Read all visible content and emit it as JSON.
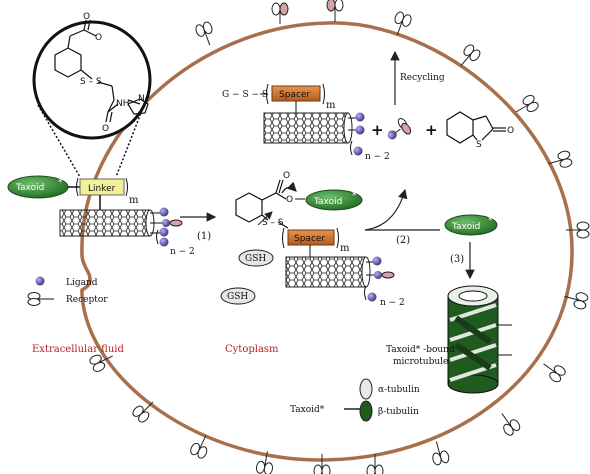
{
  "labels": {
    "taxoid": "Taxoid",
    "star": "*",
    "linker": "Linker",
    "spacer": "Spacer",
    "m": "m",
    "n2": "n − 2",
    "gss": "G − S − S",
    "recycling": "Recycling",
    "gsh": "GSH",
    "step1": "(1)",
    "step2": "(2)",
    "step3": "(3)",
    "ligand": "Ligand",
    "receptor": "Receptor",
    "extracellular": "Extracellular fluid",
    "cytoplasm": "Cytoplasm",
    "bound_line1": "Taxoid* -bound",
    "bound_line2": "microtubule",
    "alpha": "α-tubulin",
    "beta": "β-tubulin",
    "taxoid_star": "Taxoid*",
    "plus": "+",
    "atom_O": "O",
    "atom_S": "S",
    "atom_N": "N",
    "atom_NH": "NH",
    "atom_SS": "S – S"
  },
  "colors": {
    "cell_membrane": "#a8704a",
    "taxoid_fill": "#2e7d2e",
    "linker_fill": "#f2ef9a",
    "spacer_fill": "#d0782e",
    "ligand": "#5a4aa0",
    "receptor_tip": "#d9a0a8",
    "label_red": "#b22222",
    "beta_tubulin": "#1f5a1f"
  }
}
